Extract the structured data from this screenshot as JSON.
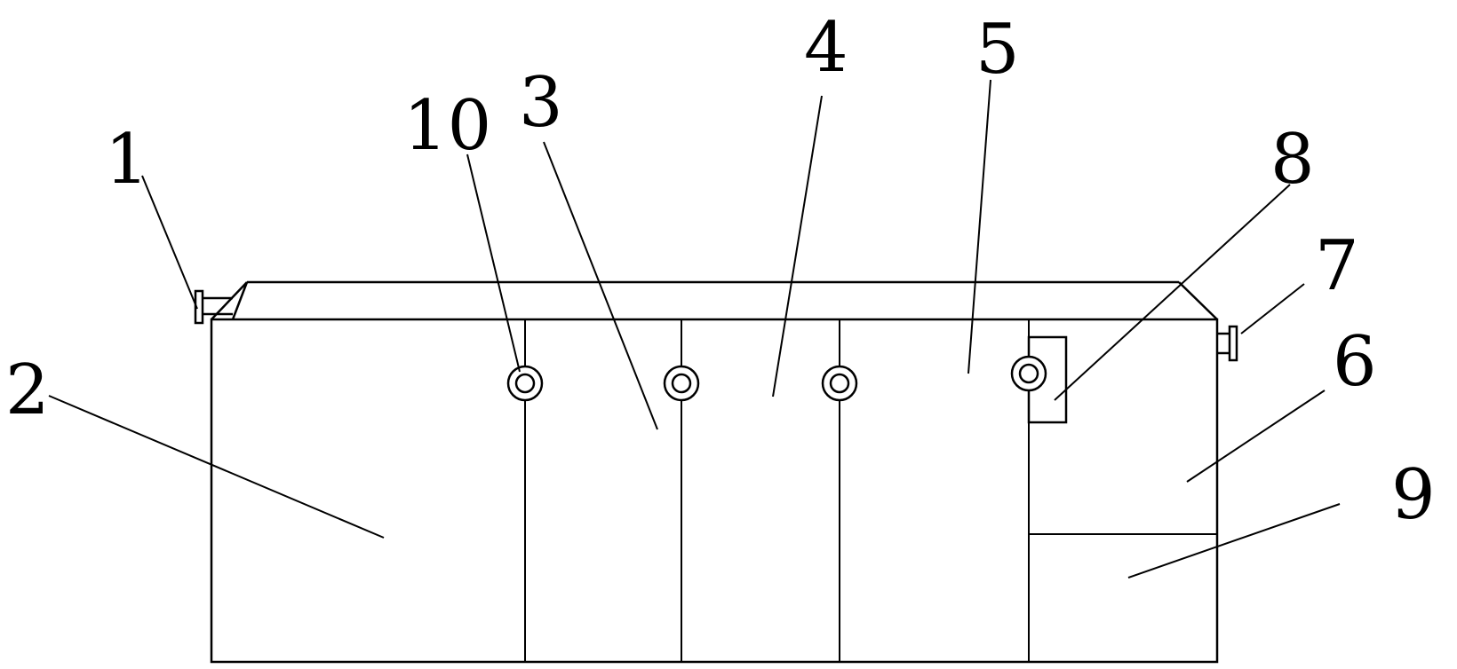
{
  "callouts": {
    "label_1": "1",
    "label_2": "2",
    "label_3": "3",
    "label_4": "4",
    "label_5": "5",
    "label_6": "6",
    "label_7": "7",
    "label_8": "8",
    "label_9": "9",
    "label_10": "10"
  },
  "colors": {
    "line": "#000000",
    "background": "#ffffff"
  }
}
